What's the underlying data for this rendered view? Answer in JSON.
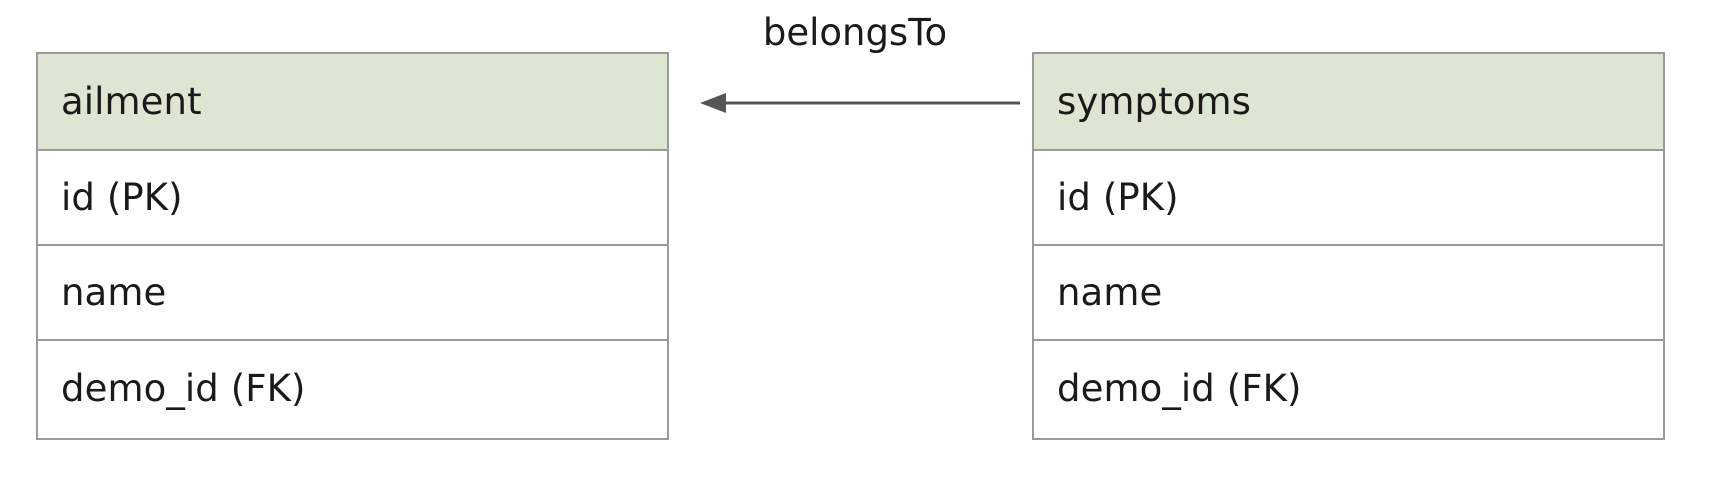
{
  "diagram": {
    "type": "entity-relationship-diagram",
    "background_color": "#ffffff",
    "header_fill": "#dde5d3",
    "border_color": "#9a9a9a",
    "text_color": "#1a1a1a",
    "edge_color": "#555555",
    "entities": [
      {
        "name": "ailment",
        "fields": [
          {
            "label": "id (PK)"
          },
          {
            "label": "name"
          },
          {
            "label": "demo_id (FK)"
          }
        ]
      },
      {
        "name": "symptoms",
        "fields": [
          {
            "label": "id (PK)"
          },
          {
            "label": "name"
          },
          {
            "label": "demo_id (FK)"
          }
        ]
      }
    ],
    "relationships": [
      {
        "label": "belongsTo",
        "from": "symptoms",
        "to": "ailment",
        "arrow": "left",
        "line_style": "solid"
      }
    ]
  }
}
